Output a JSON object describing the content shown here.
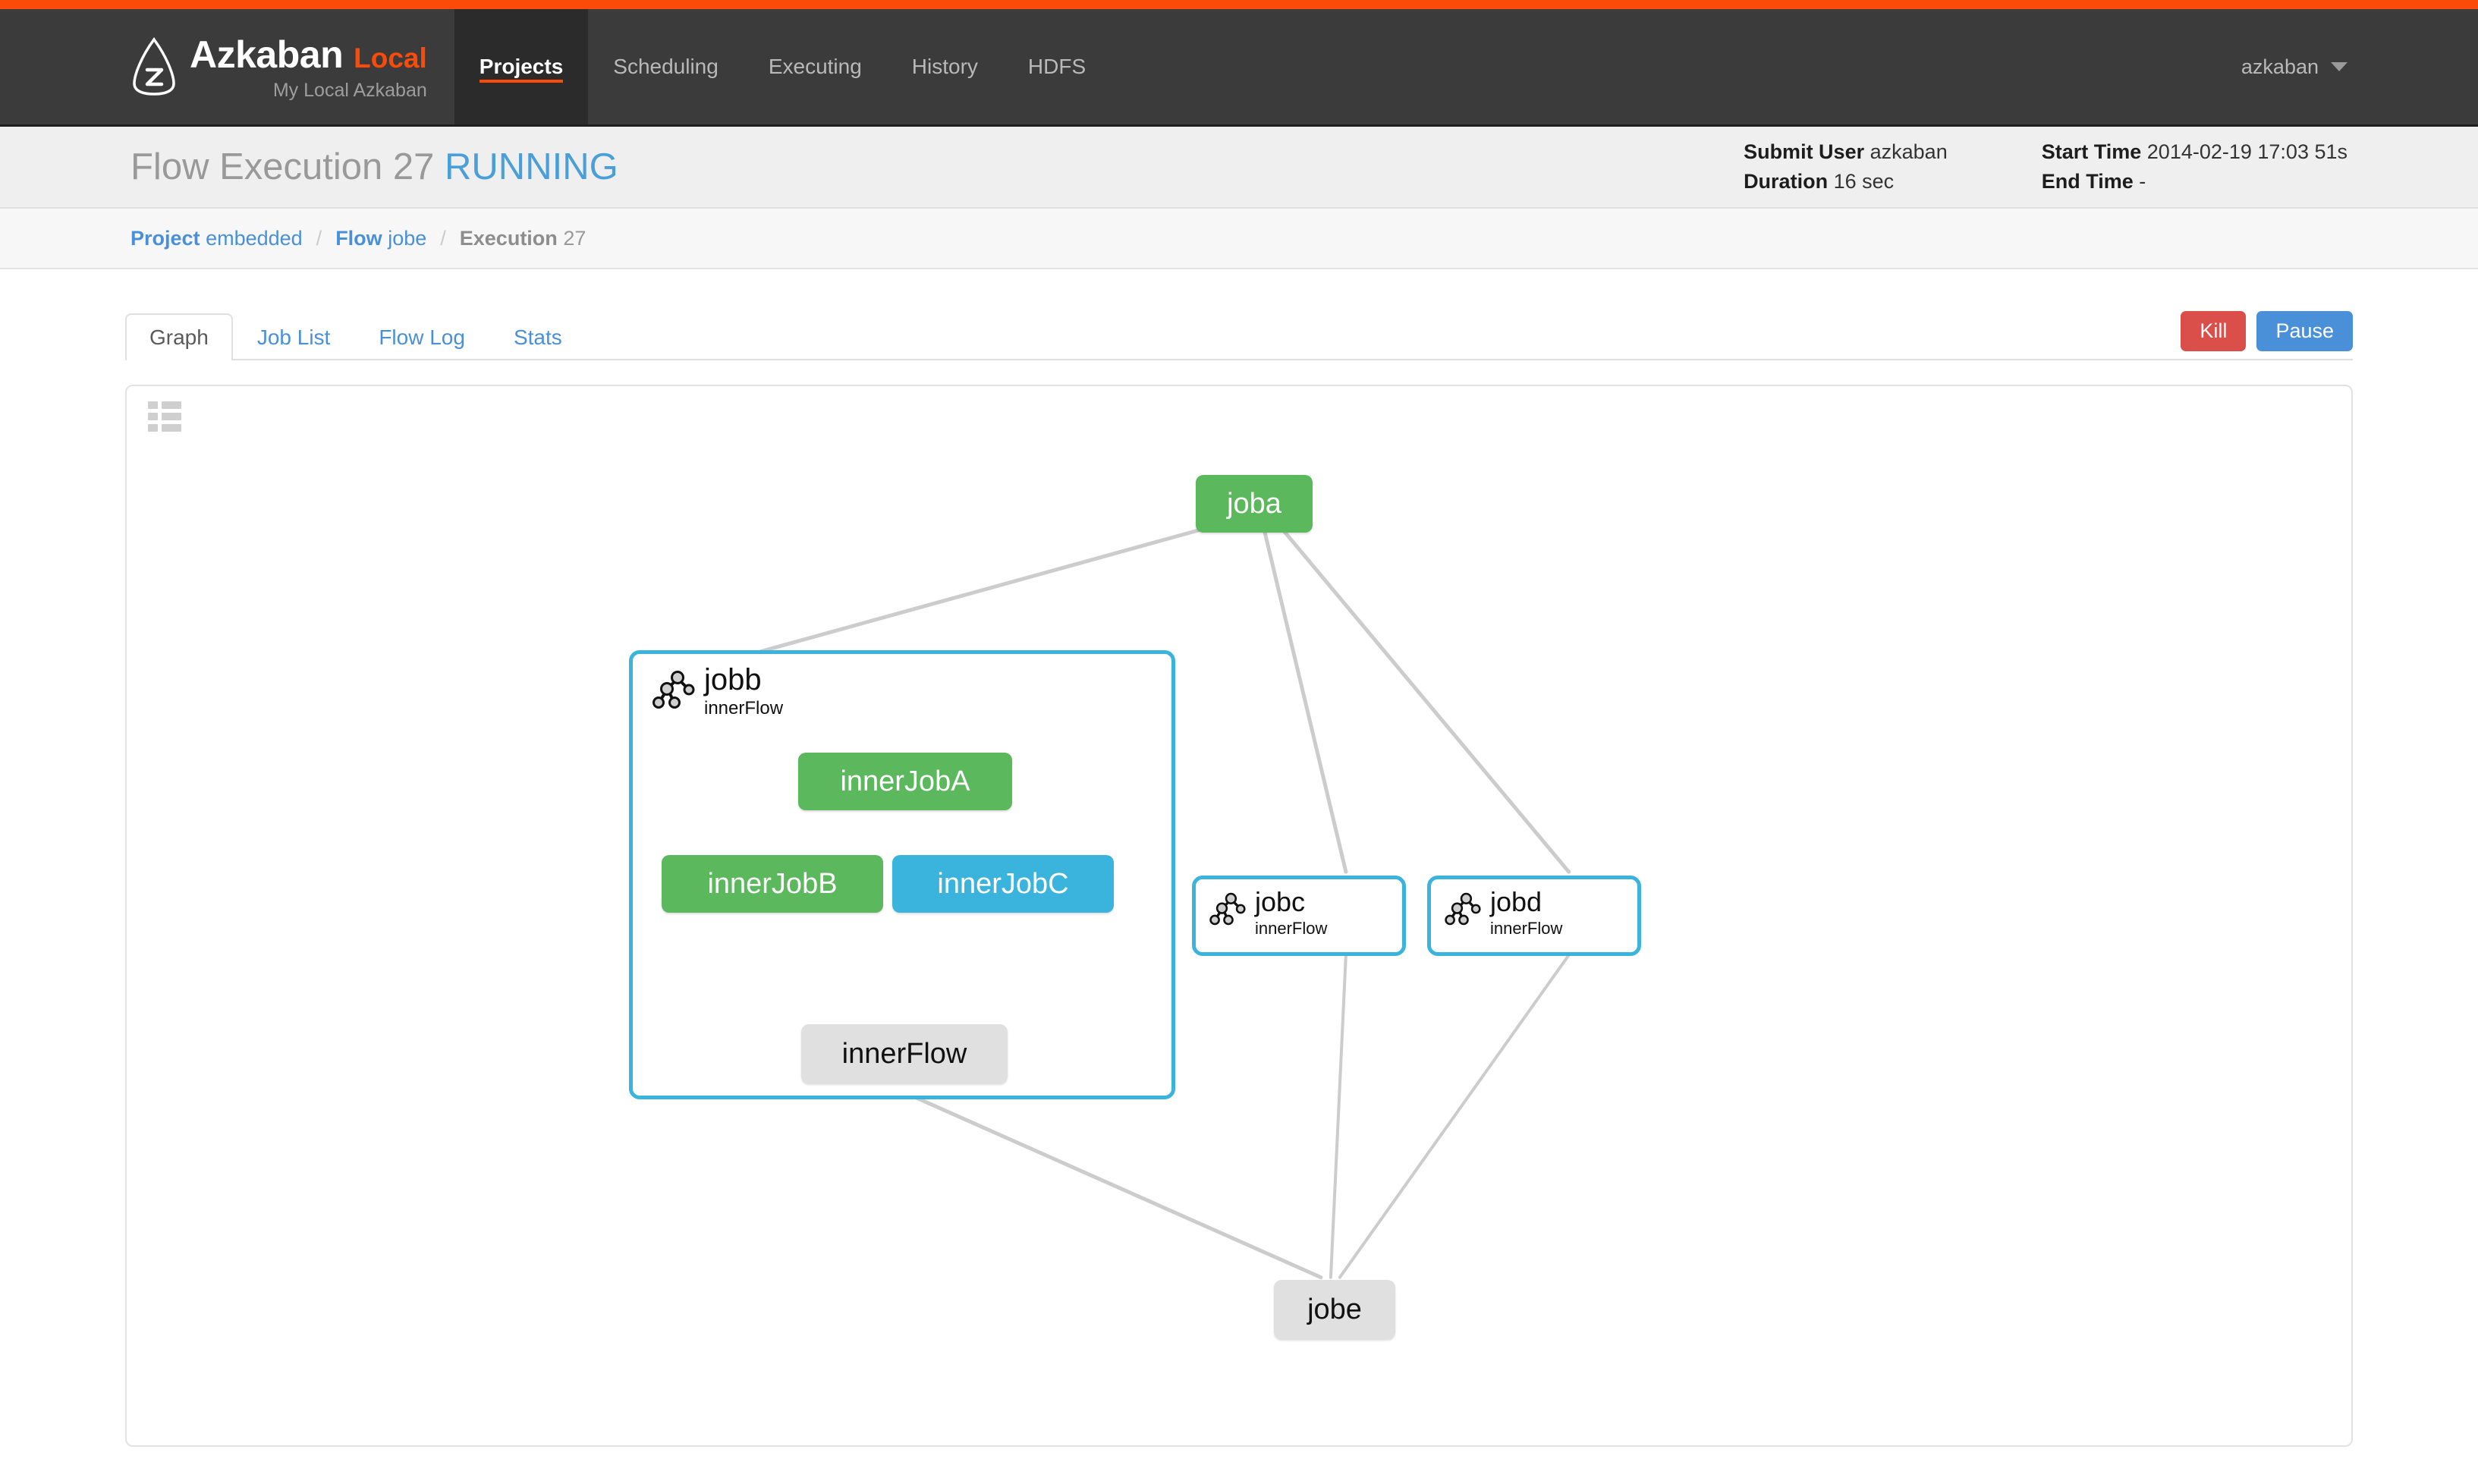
{
  "brand": {
    "name": "Azkaban",
    "edition": "Local",
    "tagline": "My Local Azkaban",
    "logo_icon": "azkaban-logo-icon"
  },
  "nav": {
    "items": [
      {
        "label": "Projects",
        "active": true
      },
      {
        "label": "Scheduling",
        "active": false
      },
      {
        "label": "Executing",
        "active": false
      },
      {
        "label": "History",
        "active": false
      },
      {
        "label": "HDFS",
        "active": false
      }
    ],
    "user": "azkaban",
    "user_caret_icon": "chevron-down-icon"
  },
  "execution": {
    "title_prefix": "Flow Execution",
    "id": "27",
    "status": "RUNNING",
    "status_color": "#4a9fd8",
    "meta": {
      "submit_user_label": "Submit User",
      "submit_user_value": "azkaban",
      "duration_label": "Duration",
      "duration_value": "16 sec",
      "start_time_label": "Start Time",
      "start_time_value": "2014-02-19 17:03 51s",
      "end_time_label": "End Time",
      "end_time_value": "-"
    }
  },
  "breadcrumb": {
    "project_label": "Project",
    "project_value": "embedded",
    "flow_label": "Flow",
    "flow_value": "jobe",
    "execution_label": "Execution",
    "execution_value": "27",
    "separator": "/"
  },
  "tabs": [
    {
      "label": "Graph",
      "active": true
    },
    {
      "label": "Job List",
      "active": false
    },
    {
      "label": "Flow Log",
      "active": false
    },
    {
      "label": "Stats",
      "active": false
    }
  ],
  "actions": {
    "kill_label": "Kill",
    "kill_color": "#da4f49",
    "pause_label": "Pause",
    "pause_color": "#4a90d9"
  },
  "graph": {
    "toolbar_icon": "list-view-icon",
    "status_colors": {
      "succeeded": "#5cb85c",
      "running": "#3bb4dd",
      "ready": "#e0e0e0"
    },
    "nodes": [
      {
        "id": "joba",
        "label": "joba",
        "status": "succeeded",
        "type": "job"
      },
      {
        "id": "jobb",
        "label": "jobb",
        "sublabel": "innerFlow",
        "status": "running",
        "type": "flow"
      },
      {
        "id": "innerJobA",
        "label": "innerJobA",
        "status": "succeeded",
        "type": "job"
      },
      {
        "id": "innerJobB",
        "label": "innerJobB",
        "status": "succeeded",
        "type": "job"
      },
      {
        "id": "innerJobC",
        "label": "innerJobC",
        "status": "running",
        "type": "job"
      },
      {
        "id": "innerFlow",
        "label": "innerFlow",
        "status": "ready",
        "type": "job"
      },
      {
        "id": "jobc",
        "label": "jobc",
        "sublabel": "innerFlow",
        "status": "running",
        "type": "flow"
      },
      {
        "id": "jobd",
        "label": "jobd",
        "sublabel": "innerFlow",
        "status": "running",
        "type": "flow"
      },
      {
        "id": "jobe",
        "label": "jobe",
        "status": "ready",
        "type": "job"
      }
    ],
    "edges": [
      {
        "from": "joba",
        "to": "jobb"
      },
      {
        "from": "joba",
        "to": "jobc"
      },
      {
        "from": "joba",
        "to": "jobd"
      },
      {
        "from": "innerJobA",
        "to": "innerJobB"
      },
      {
        "from": "innerJobA",
        "to": "innerJobC"
      },
      {
        "from": "innerJobB",
        "to": "innerFlow"
      },
      {
        "from": "innerJobC",
        "to": "innerFlow"
      },
      {
        "from": "jobb",
        "to": "jobe"
      },
      {
        "from": "jobc",
        "to": "jobe"
      },
      {
        "from": "jobd",
        "to": "jobe"
      }
    ]
  }
}
